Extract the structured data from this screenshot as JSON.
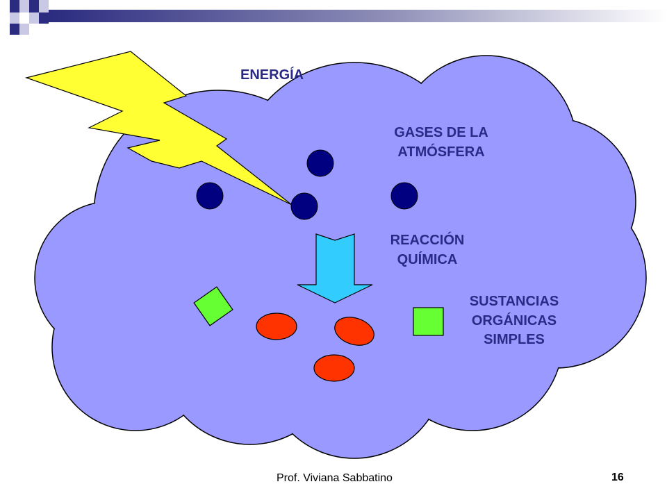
{
  "slide": {
    "labels": {
      "energy": "ENERGÍA",
      "gases_line1": "GASES DE LA",
      "gases_line2": "ATMÓSFERA",
      "reaction_line1": "REACCIÓN",
      "reaction_line2": "QUÍMICA",
      "substances_line1": "SUSTANCIAS",
      "substances_line2": "ORGÁNICAS",
      "substances_line3": "SIMPLES"
    },
    "footer": {
      "author": "Prof. Viviana Sabbatino",
      "page_number": "16"
    }
  },
  "colors": {
    "cloud": "#9999ff",
    "lightning": "#ffff33",
    "molecule": "#000080",
    "arrow": "#33ccff",
    "organic_square": "#66ff33",
    "organic_oval": "#ff3300",
    "header_gradient_start": "#2b2b80",
    "header_gradient_end": "#ffffff",
    "label_text": "#2a2a86"
  },
  "icons": {
    "header": "corner-squares-decoration",
    "energy": "lightning-bolt-icon",
    "process": "down-arrow-icon"
  }
}
